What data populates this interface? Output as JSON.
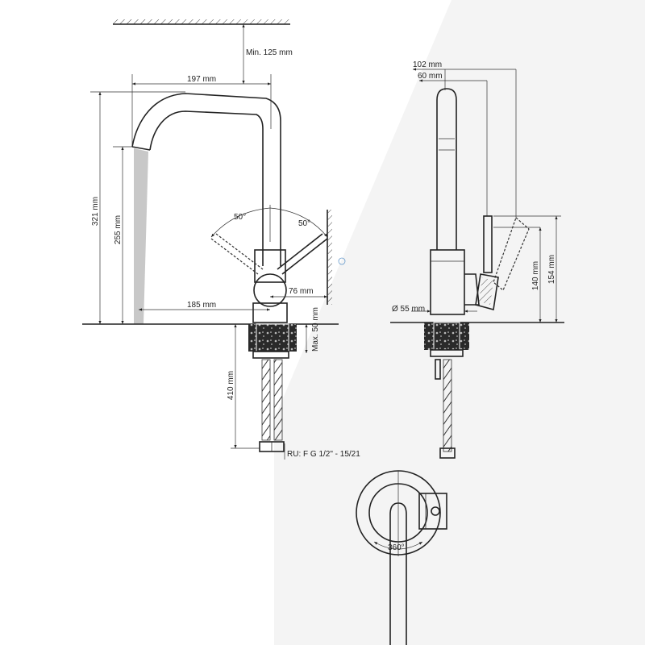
{
  "dims": {
    "min_125": "Min. 125 mm",
    "w_197": "197 mm",
    "h_321": "321 mm",
    "h_255": "255 mm",
    "angle_left": "50°",
    "angle_right": "50°",
    "d_76": "76 mm",
    "d_185": "185 mm",
    "max_50": "Max. 50 mm",
    "h_410": "410 mm",
    "thread": "RU: F G 1/2\" - 15/21",
    "w_102": "102 mm",
    "w_60": "60 mm",
    "h_140": "140 mm",
    "h_154": "154 mm",
    "dia_55": "Ø 55 mm",
    "rot_360": "360°"
  }
}
